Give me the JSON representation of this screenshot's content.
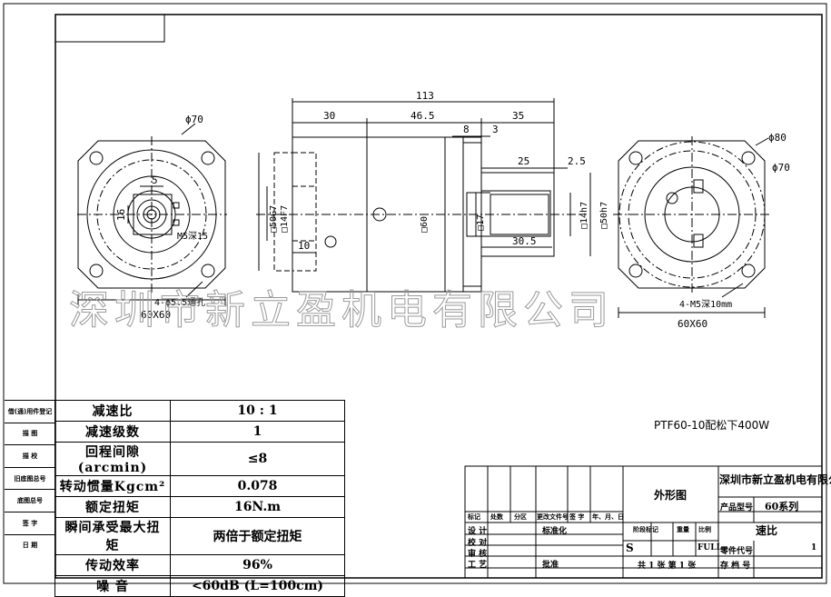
{
  "dimensions": {
    "overall_length": "113",
    "seg_30": "30",
    "seg_46_5": "46.5",
    "seg_35": "35",
    "seg_8": "8",
    "seg_3": "3",
    "seg_25": "25",
    "seg_2_5": "2.5",
    "seg_30_5": "30.5",
    "seg_10": "10",
    "dia_70_left": "ϕ70",
    "dia_80": "ϕ80",
    "dia_70_right": "ϕ70",
    "bore_50g7": "□50G7",
    "bore_14f7": "□14F7",
    "body_60": "□60",
    "shaft_17": "□17",
    "shaft_14h7": "□14h7",
    "shaft_50h7": "□50h7",
    "left_5": "5",
    "left_16": "16",
    "left_m5": "M5深15",
    "left_holes": "4-ϕ5.5通孔",
    "left_square": "60X60",
    "right_holes": "4-M5深10mm",
    "right_square": "60X60"
  },
  "watermark": "深圳市新立盈机电有限公司",
  "specs": [
    {
      "label": "减速比",
      "value": "10 : 1"
    },
    {
      "label": "减速级数",
      "value": "1"
    },
    {
      "label": "回程间隙(arcmin)",
      "value": "≤8"
    },
    {
      "label": "转动惯量Kgcm²",
      "value": "0.078"
    },
    {
      "label": "额定扭矩",
      "value": "16N.m"
    },
    {
      "label": "瞬间承受最大扭矩",
      "value": "两倍于额定扭矩"
    },
    {
      "label": "传动效率",
      "value": "96%"
    },
    {
      "label": "噪  音",
      "value": "<60dB  (L=100cm)"
    }
  ],
  "side_labels": [
    "借(通)用件登记",
    "描 图",
    "描 校",
    "旧底图总号",
    "底图总号",
    "签 字",
    "日 期"
  ],
  "note": "PTF60-10配松下400W",
  "title_block": {
    "company": "深圳市新立盈机电有限公司",
    "drawing_name": "外形图",
    "product_model_label": "产品型号",
    "product_model": "60系列",
    "part_name": "速比",
    "part_code_label": "零件代号",
    "page_no": "1",
    "scale_text": "FULL",
    "stage_s": "S",
    "marks": "标记",
    "count": "处数",
    "zone": "分区",
    "change_doc": "更改文件号",
    "signature": "签 字",
    "date": "年、月、日",
    "design": "设 计",
    "standardize": "标准化",
    "check": "校 对",
    "review": "审 核",
    "process": "工 艺",
    "approve": "批准",
    "stage_mark": "阶段标记",
    "weight": "重量",
    "ratio": "比例",
    "sheets": "共 1 张  第 1 张",
    "file_code": "存 档 号"
  }
}
